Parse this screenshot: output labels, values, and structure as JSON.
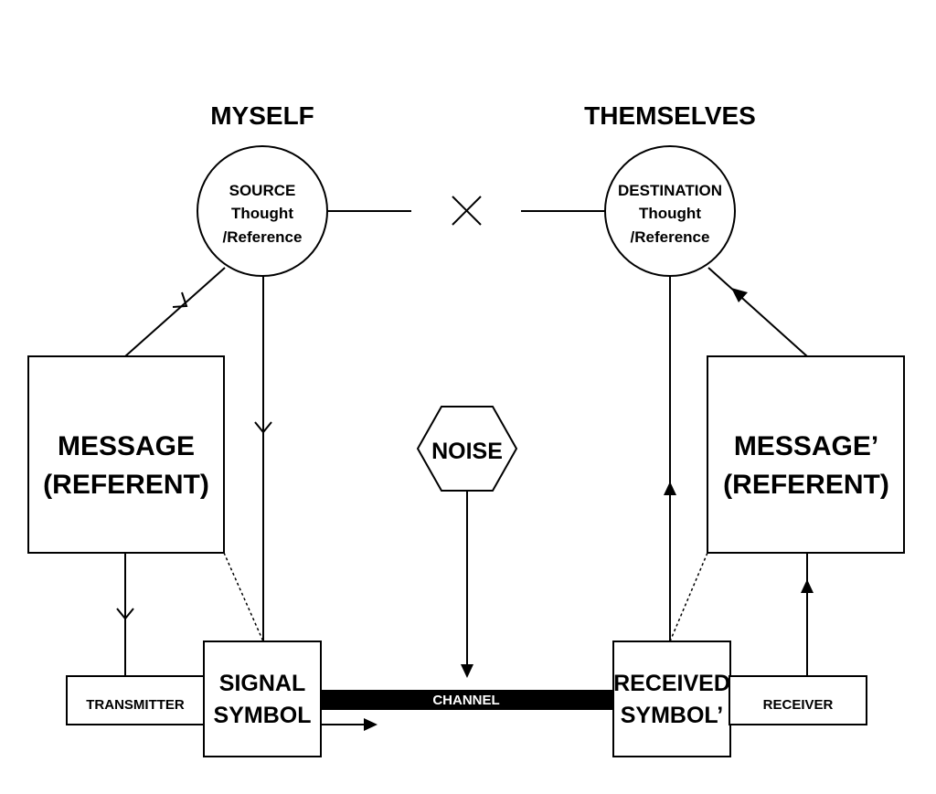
{
  "titles": {
    "left": "MYSELF",
    "right": "THEMSELVES"
  },
  "source": {
    "line1": "SOURCE",
    "line2": "Thought",
    "line3": "/Reference"
  },
  "destination": {
    "line1": "DESTINATION",
    "line2": "Thought",
    "line3": "/Reference"
  },
  "message_left": {
    "line1": "MESSAGE",
    "line2": "(REFERENT)"
  },
  "message_right": {
    "line1": "MESSAGE’",
    "line2": "(REFERENT)"
  },
  "noise": "NOISE",
  "transmitter": "TRANSMITTER",
  "signal": {
    "line1": "SIGNAL",
    "line2": "SYMBOL"
  },
  "channel": "CHANNEL",
  "received": {
    "line1": "RECEIVED",
    "line2": "SYMBOL’"
  },
  "receiver": "RECEIVER",
  "colors": {
    "stroke": "#000000",
    "background": "#ffffff",
    "channel_bar": "#000000"
  }
}
